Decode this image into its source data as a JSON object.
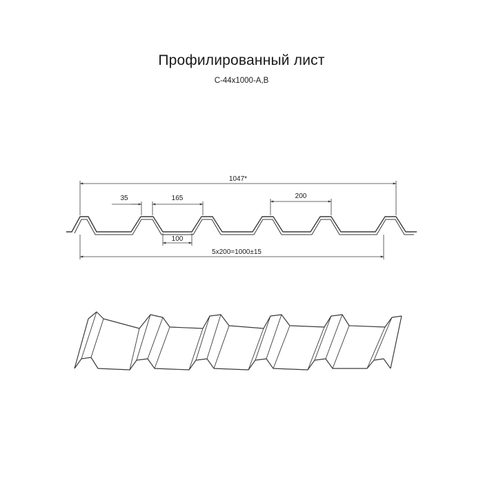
{
  "header": {
    "title": "Профилированный лист",
    "subtitle": "С-44х1000-А,В"
  },
  "dimensions": {
    "overall_width": "1047*",
    "flange": "35",
    "top_flange": "165",
    "bottom_flange": "100",
    "pitch": "200",
    "working_width": "5х200=1000±15"
  },
  "colors": {
    "line": "#3a3a3a",
    "background": "#ffffff"
  }
}
